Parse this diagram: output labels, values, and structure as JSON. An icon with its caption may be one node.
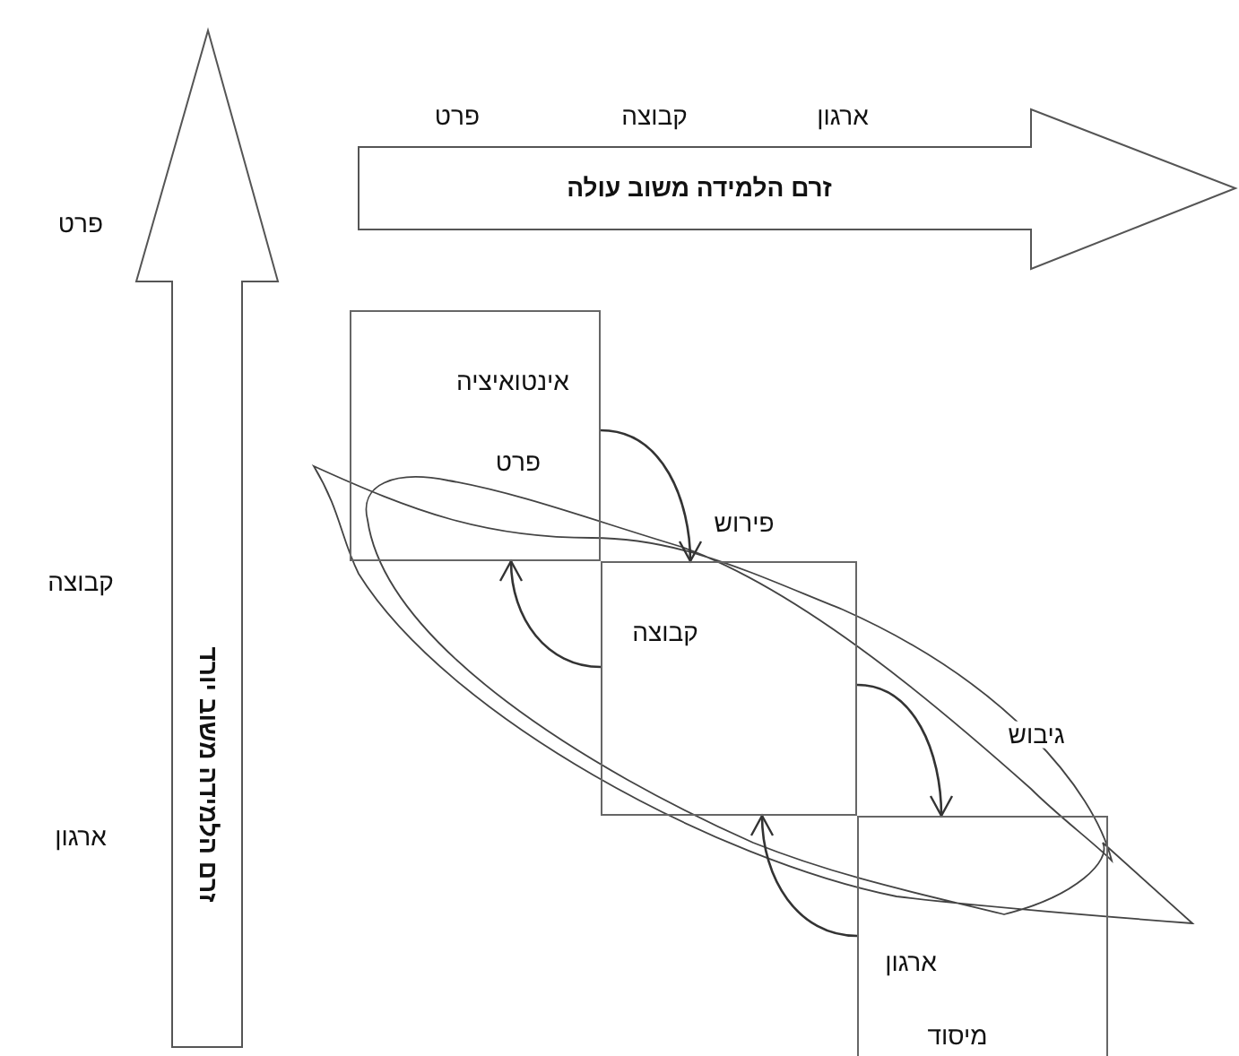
{
  "diagram": {
    "nodes": [
      {
        "text": [
          "זרם הלמידה משוב יורד"
        ]
      },
      {
        "text": [
          "זרם הלמידה משוב עולה"
        ]
      },
      {
        "text": [
          "אינטואיציה",
          "פרט"
        ]
      },
      {
        "text": [
          "קבוצה"
        ]
      },
      {
        "text": [
          "ארגון",
          "מיסוד"
        ]
      }
    ],
    "edges": [
      {
        "from": 2,
        "to": 3,
        "arrow": "to"
      },
      {
        "from": 3,
        "to": 2,
        "arrow": "to"
      },
      {
        "from": 3,
        "to": 4,
        "arrow": "to"
      },
      {
        "from": 4,
        "to": 3,
        "arrow": "to"
      }
    ],
    "labels": [
      "פרט",
      "קבוצה",
      "ארגון",
      "פרט",
      "קבוצה",
      "ארגון",
      "פירוש",
      "גיבוש"
    ]
  }
}
